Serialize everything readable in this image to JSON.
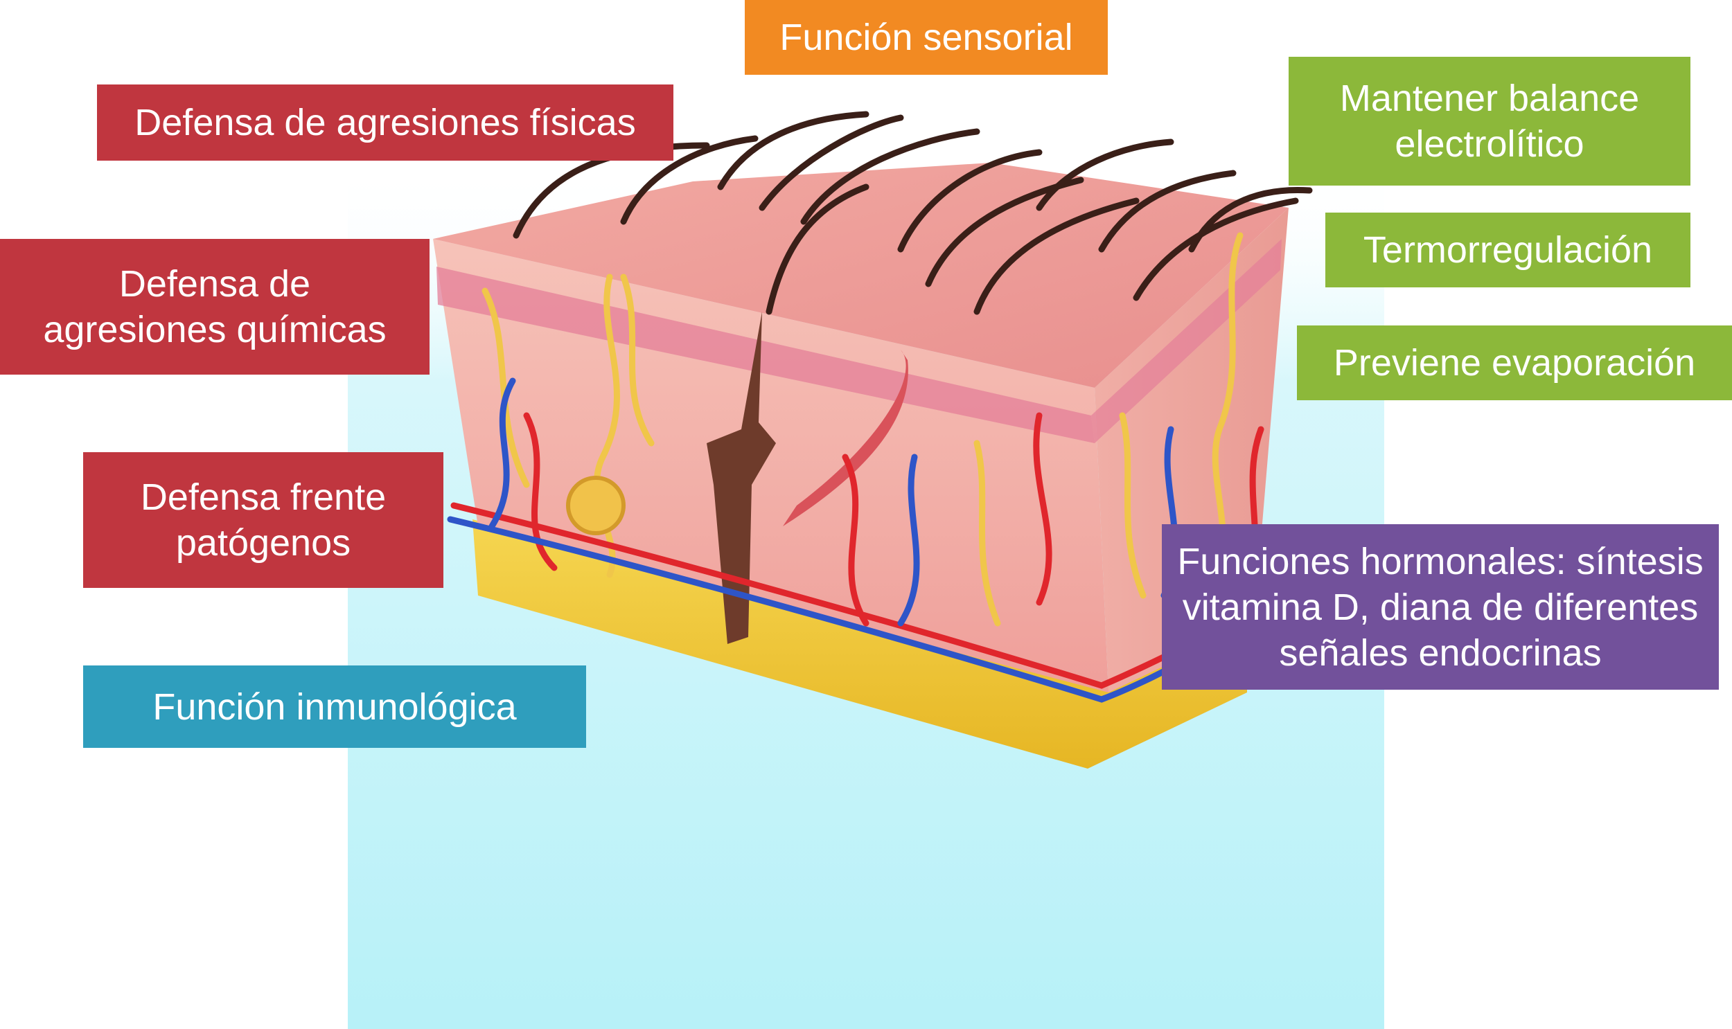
{
  "colors": {
    "defense_red": "#c0363f",
    "sensory_orange": "#f28a22",
    "balance_green": "#8cb83a",
    "immune_blue": "#2f9ebd",
    "hormonal_purple": "#72519b",
    "background_white": "#ffffff",
    "reflection_cyan": "#bff3f8",
    "dermis_pink": "#f3b0a8",
    "epidermis_rose": "#eb9fa0",
    "fat_yellow": "#f1cb36",
    "hair_brown": "#3a1f18",
    "artery_red": "#e0262c",
    "vein_blue": "#2e55c8",
    "nerve_yellow": "#f0c64a"
  },
  "illustration": {
    "subject": "skin-cross-section",
    "parts": [
      "hair-shafts",
      "epidermis",
      "dermis",
      "hair-follicle",
      "arrector-pili-muscle",
      "sweat-glands",
      "sebaceous-glands",
      "nerves",
      "arteries",
      "veins",
      "subcutaneous-fat"
    ]
  },
  "labels": {
    "sensorial": "Función sensorial",
    "fisicas": "Defensa de agresiones físicas",
    "quimicas": "Defensa de\nagresiones químicas",
    "patogenos": "Defensa frente\npatógenos",
    "inmunologica": "Función inmunológica",
    "electrolitico": "Mantener balance\nelectrolítico",
    "termorregulacion": "Termorregulación",
    "evaporacion": "Previene evaporación",
    "hormonales": "Funciones hormonales: síntesis\nvitamina D, diana de diferentes\nseñales endocrinas"
  }
}
